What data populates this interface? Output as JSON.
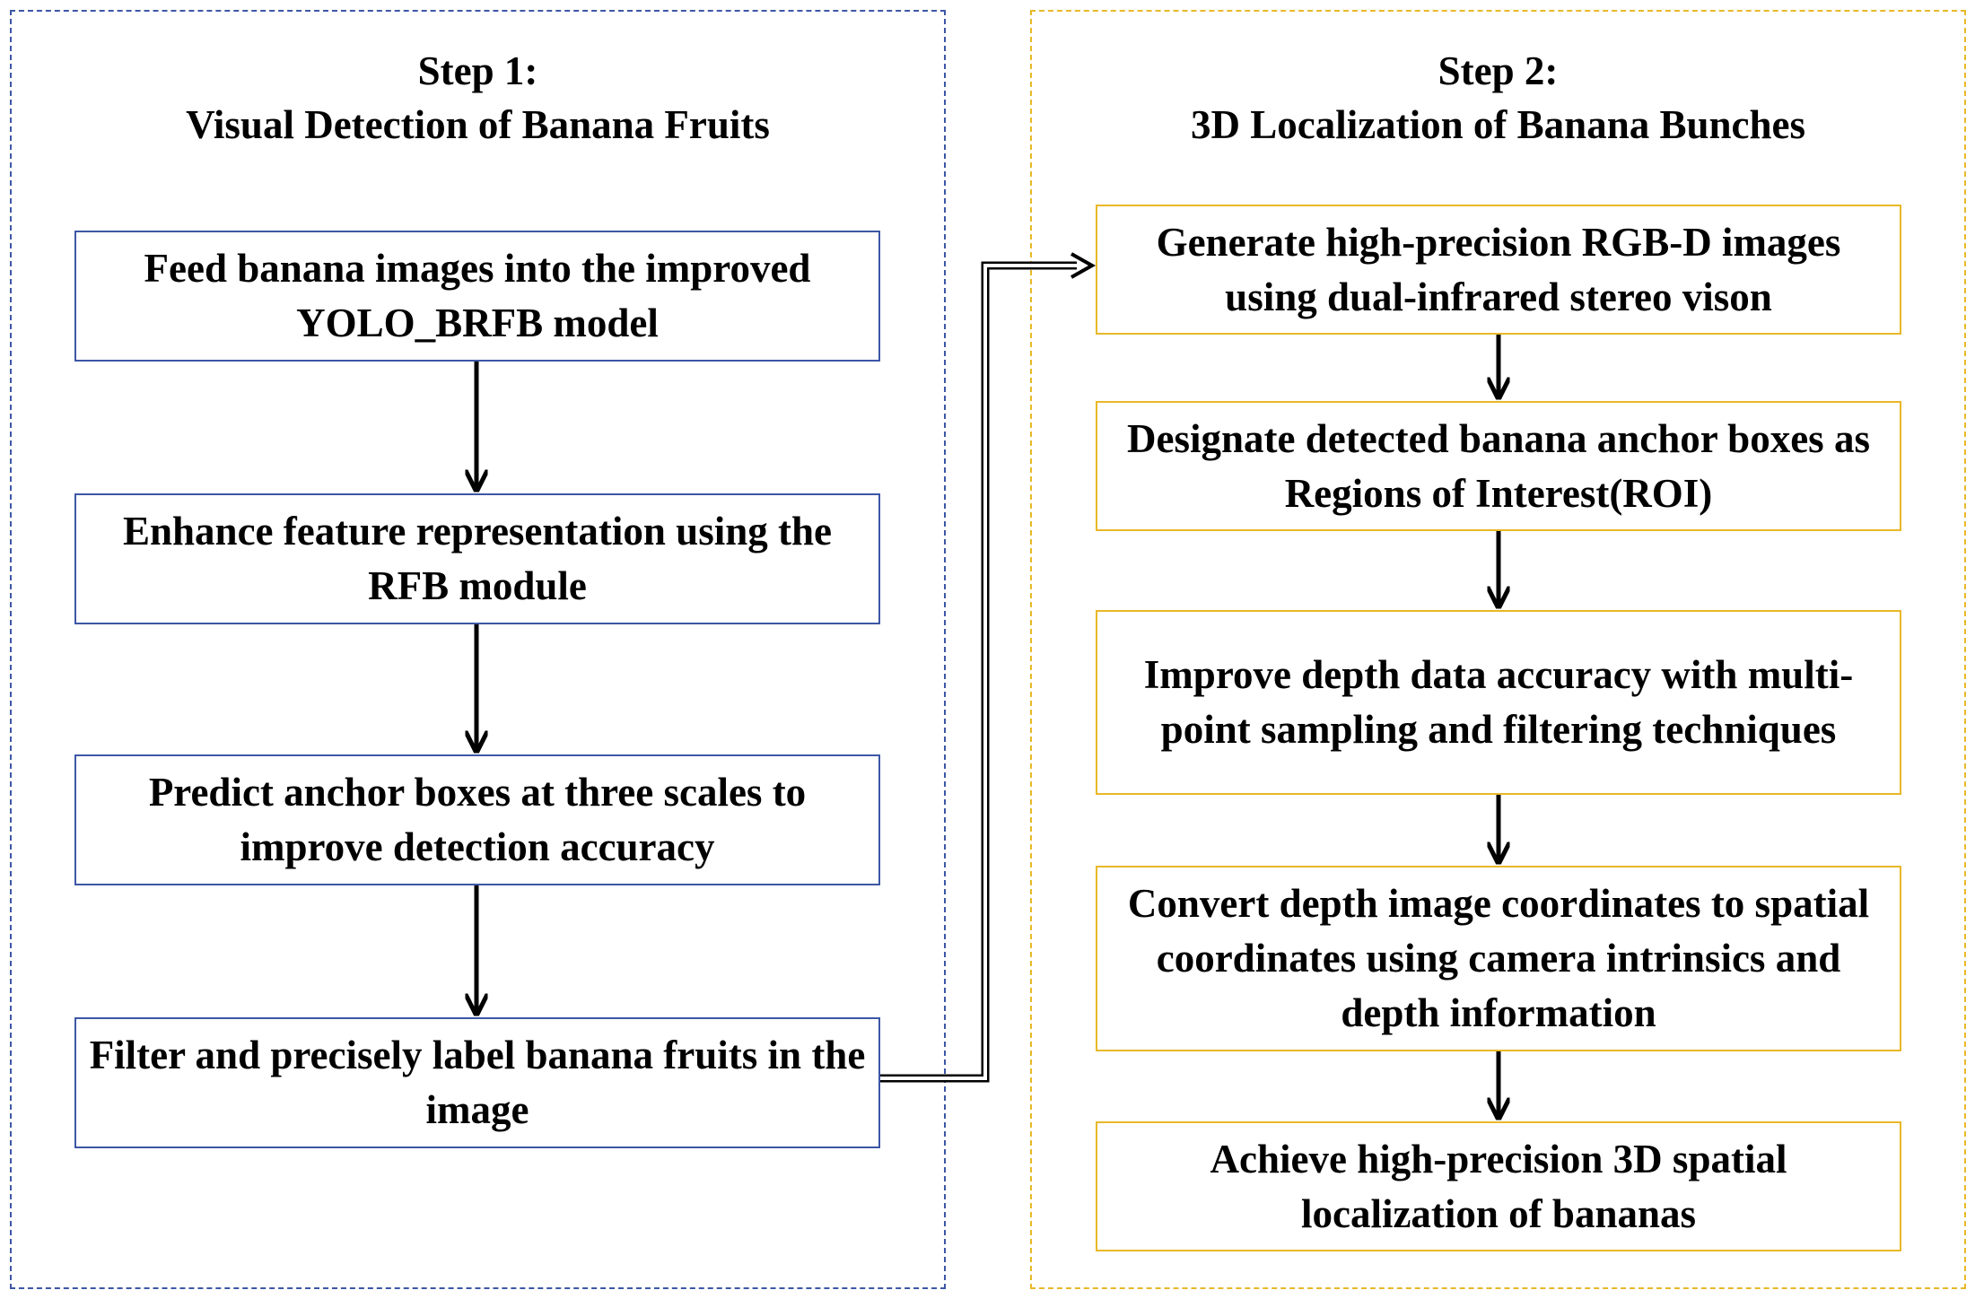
{
  "step1": {
    "title_line1": "Step 1:",
    "title_line2": "Visual Detection of Banana Fruits",
    "boxes": [
      "Feed banana images into the improved YOLO_BRFB model",
      "Enhance feature representation using the RFB module",
      "Predict anchor boxes at three scales to improve detection accuracy",
      "Filter and precisely label banana fruits in the image"
    ]
  },
  "step2": {
    "title_line1": "Step 2:",
    "title_line2": "3D Localization of Banana Bunches",
    "boxes": [
      "Generate high-precision RGB-D images using dual-infrared stereo vison",
      "Designate detected banana anchor boxes as Regions of Interest(ROI)",
      "Improve depth data accuracy with multi-point sampling and filtering techniques",
      "Convert depth image coordinates to spatial coordinates using camera intrinsics and depth information",
      "Achieve high-precision 3D spatial localization of bananas"
    ]
  },
  "colors": {
    "step1_border": "#3d57a6",
    "step2_border": "#e8b828",
    "arrow": "#000000"
  }
}
